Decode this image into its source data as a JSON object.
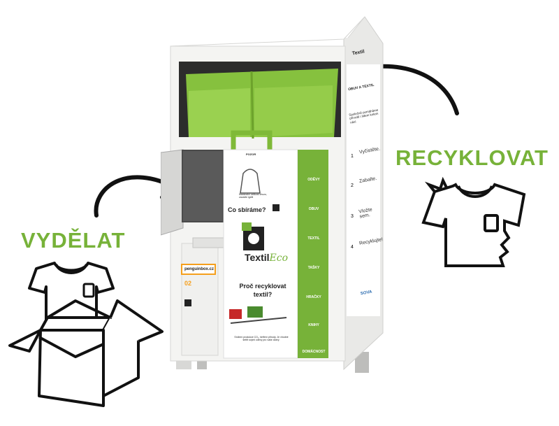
{
  "labels": {
    "left": "VYDĚLAT",
    "right": "RECYKLOVAT"
  },
  "bin": {
    "brand_text": "Textil",
    "brand_script": "Eco",
    "side_brand": "Textil",
    "question_top": "Co sbíráme?",
    "question_bottom_1": "Proč recyklovat",
    "question_bottom_2": "textil?",
    "bag_text": "Maximální velikost vhozu, zavažte igelit",
    "warning_text": "POZOR",
    "penguin_label": "penguinbox.cz",
    "penguin_num": "02",
    "small_info": "Snížení produkce CO₂, šetření přírody. Je vhodné šetřit svými oděvy pro vaše dobrý.",
    "categories": [
      "ODĚVY",
      "OBUV",
      "TEXTIL",
      "TAŠKY",
      "HRAČKY",
      "KNIHY",
      "DOMÁCNOST"
    ],
    "side_header": "OBUV A TEXTIL",
    "side_intro": "Společně pomáháme přírodě i lidem kolem nás!",
    "steps": [
      {
        "num": "1",
        "text": "Vyčistěte."
      },
      {
        "num": "2",
        "text": "Zabalte."
      },
      {
        "num": "3",
        "text": "Vložte sem."
      },
      {
        "num": "4",
        "text": "Recyklujte!"
      }
    ],
    "sova_label": "SOVA"
  },
  "colors": {
    "accent": "#77b239",
    "bin_body": "#f2f2f0",
    "dark": "#1a1a1a"
  },
  "icons": [
    "arrow-curved-icon",
    "tshirt-torn-icon",
    "box-tshirt-icon"
  ]
}
